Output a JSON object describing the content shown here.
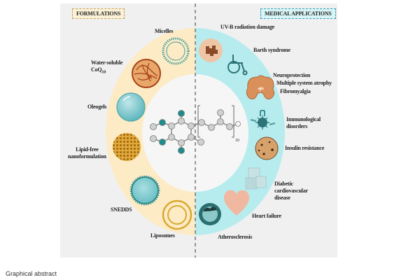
{
  "figure": {
    "caption": "Graphical abstract",
    "left_section": {
      "title": "FORMULATIONS",
      "items": [
        {
          "label": "Micelles",
          "icon": "micelle-icon"
        },
        {
          "label": "Water-soluble",
          "label2": "CoQ",
          "sub": "10",
          "icon": "water-soluble-coq10-icon"
        },
        {
          "label": "Oleogels",
          "icon": "oleogel-icon"
        },
        {
          "label": "Lipid-free",
          "label2": "nanoformulation",
          "icon": "lipid-free-nanoformulation-icon"
        },
        {
          "label": "SNEDDS",
          "icon": "snedds-icon"
        },
        {
          "label": "Liposomes",
          "icon": "liposome-icon"
        }
      ]
    },
    "right_section": {
      "title": "MEDICAL APPLICATIONS",
      "items": [
        {
          "label": "UV-B radiation damage",
          "icon": "skin-damage-icon"
        },
        {
          "label": "Barth syndrome",
          "icon": "wheelchair-icon"
        },
        {
          "label": "Neuroprotection",
          "icon": "brain-icon"
        },
        {
          "label": "Multiple system atrophy",
          "icon": "brain-icon"
        },
        {
          "label": "Fibromyalgia",
          "icon": "brain-icon"
        },
        {
          "label": "Immunological",
          "label2": "disorders",
          "icon": "immune-cell-icon"
        },
        {
          "label": "Insulin resistance",
          "icon": "cell-icon"
        },
        {
          "label": "Diabetic",
          "label2": "cardiovascular",
          "label3": "disease",
          "icon": "sugar-cubes-icon"
        },
        {
          "label": "Heart failure",
          "icon": "heart-icon"
        },
        {
          "label": "Atherosclerosis",
          "icon": "artery-icon"
        }
      ]
    },
    "center": {
      "molecule": "Coenzyme Q10",
      "repeat_subscript": "10"
    },
    "colors": {
      "panel_bg": "#f0f0f0",
      "formulation_ring": "#fdebc6",
      "medical_ring": "#b7ecef",
      "center_bg": "#f6f6f6",
      "teal": "#2b8f8f",
      "atom_grey": "#cfcfcf"
    }
  }
}
